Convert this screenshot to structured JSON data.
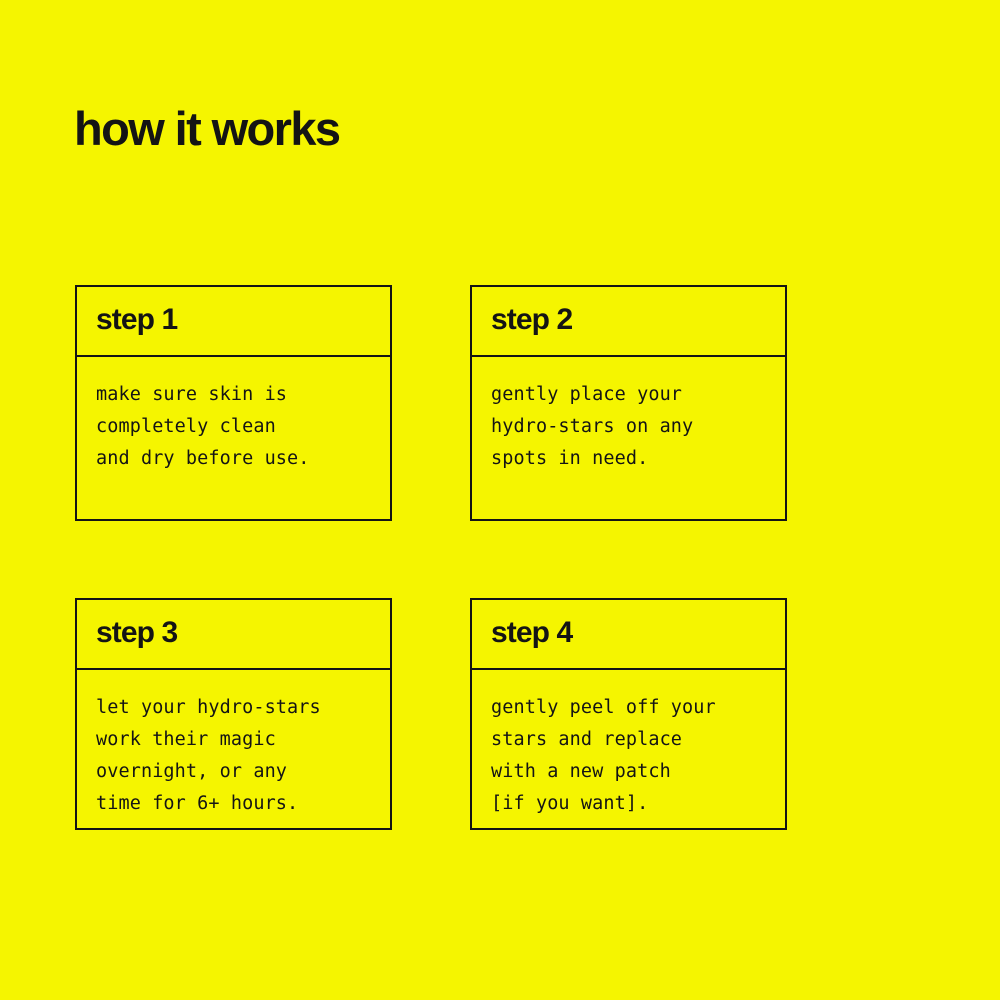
{
  "theme": {
    "background_color": "#F5F500",
    "ink_color": "#141414",
    "border_color": "#141414"
  },
  "header": {
    "title": "how it works"
  },
  "steps": [
    {
      "id": "step-1",
      "title": "step 1",
      "body": "make sure skin is\ncompletely clean\nand dry before use.",
      "lines": [
        "make sure skin is",
        "completely clean",
        "and dry before use."
      ]
    },
    {
      "id": "step-2",
      "title": "step 2",
      "body": "gently place your\nhydro-stars on any\nspots in need.",
      "lines": [
        "gently place your",
        "hydro-stars on any",
        "spots in need."
      ]
    },
    {
      "id": "step-3",
      "title": "step 3",
      "body": "let your hydro-stars\nwork their magic\novernight, or any\ntime for 6+ hours.",
      "lines": [
        "let your hydro-stars",
        "work their magic",
        "overnight, or any",
        "time for 6+ hours."
      ]
    },
    {
      "id": "step-4",
      "title": "step 4",
      "body": "gently peel off your\nstars and replace\nwith a new patch\n[if you want].",
      "lines": [
        "gently peel off your",
        "stars and replace",
        "with a new patch",
        "[if you want]."
      ]
    }
  ]
}
